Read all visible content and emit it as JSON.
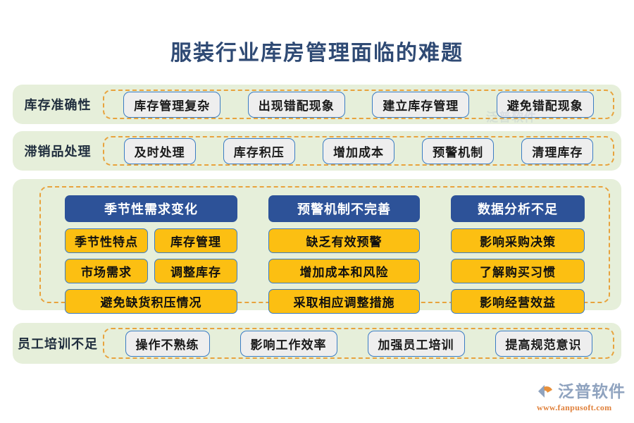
{
  "title": "服装行业库房管理面临的难题",
  "colors": {
    "page_bg": "#ffffff",
    "panel_bg": "#e6efda",
    "dashed_border": "#e8a33d",
    "pill_bg": "#eeeeee",
    "pill_border": "#3b7cc4",
    "chip_bg": "#fcbf12",
    "head_bg": "#2d5298",
    "title_text": "#2f4a74",
    "label_text": "#1f2d3d",
    "logo_text": "#8fa3bf",
    "logo_url": "#e0803a"
  },
  "rows": [
    {
      "label": "库存准确性",
      "items": [
        "库存管理复杂",
        "出现错配现象",
        "建立库存管理",
        "避免错配现象"
      ]
    },
    {
      "label": "滞销品处理",
      "items": [
        "及时处理",
        "库存积压",
        "增加成本",
        "预警机制",
        "清理库存"
      ]
    },
    {
      "label": "员工培训不足",
      "items": [
        "操作不熟练",
        "影响工作效率",
        "加强员工培训",
        "提高规范意识"
      ]
    }
  ],
  "middle": {
    "columns": [
      {
        "head": "季节性需求变化",
        "pairs": [
          [
            "季节性特点",
            "库存管理"
          ],
          [
            "市场需求",
            "调整库存"
          ]
        ],
        "full": [
          "避免缺货积压情况"
        ]
      },
      {
        "head": "预警机制不完善",
        "pairs": [],
        "full": [
          "缺乏有效预警",
          "增加成本和风险",
          "采取相应调整措施"
        ]
      },
      {
        "head": "数据分析不足",
        "pairs": [],
        "full": [
          "影响采购决策",
          "了解购买习惯",
          "影响经营效益"
        ]
      }
    ]
  },
  "logo": {
    "name": "泛普软件",
    "url": "www.fanpusoft.com"
  },
  "watermark": "泛普软件"
}
